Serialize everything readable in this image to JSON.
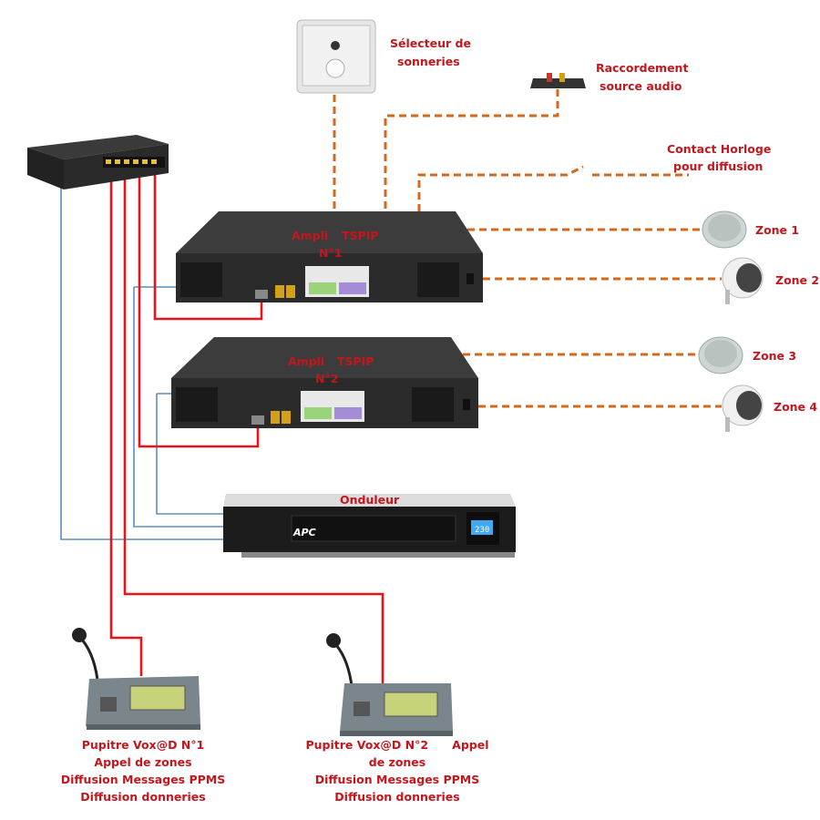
{
  "labels": {
    "selector": [
      "Sélecteur de",
      "sonneries"
    ],
    "audio_source": [
      "Raccordement",
      "source audio"
    ],
    "clock_contact": [
      "Contact Horloge",
      "pour diffusion"
    ],
    "amp1": [
      "Ampli",
      "TSPIP",
      "N°1"
    ],
    "amp2": [
      "Ampli",
      "TSPIP",
      "N°2"
    ],
    "ups": "Onduleur",
    "zones": [
      "Zone 1",
      "Zone 2",
      "Zone 3",
      "Zone 4"
    ],
    "desk1": [
      "Pupitre Vox@D N°1",
      "Appel de zones",
      "Diffusion Messages PPMS",
      "Diffusion donneries"
    ],
    "desk2": [
      "Pupitre Vox@D N°2      Appel",
      "de zones",
      "Diffusion Messages PPMS",
      "Diffusion donneries"
    ],
    "ups_brand": "APC",
    "ups_display": "230"
  },
  "colors": {
    "label": "#c4161c",
    "audio_wire": "#d2691e",
    "network_wire": "#e8141b",
    "power_wire": "#5b8fc0"
  }
}
